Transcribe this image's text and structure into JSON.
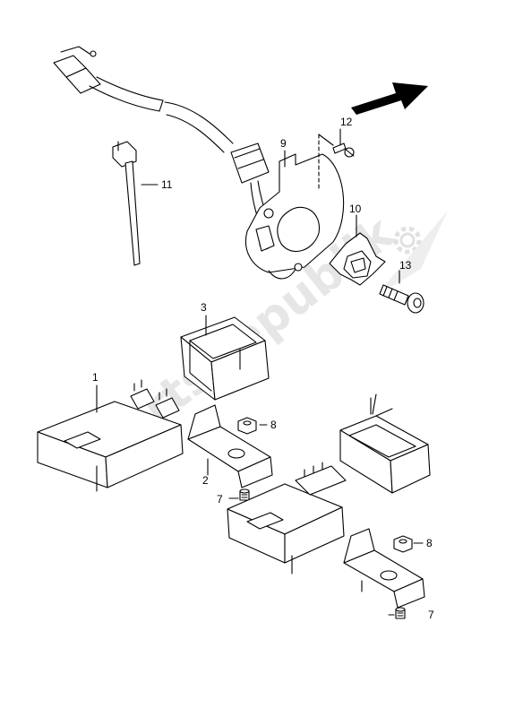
{
  "watermark": "PartsRepublik",
  "callouts": {
    "c1": "1",
    "c2": "2",
    "c3": "3",
    "c7a": "7",
    "c7b": "7",
    "c8a": "8",
    "c8b": "8",
    "c9": "9",
    "c10": "10",
    "c11": "11",
    "c12": "12",
    "c13": "13"
  }
}
